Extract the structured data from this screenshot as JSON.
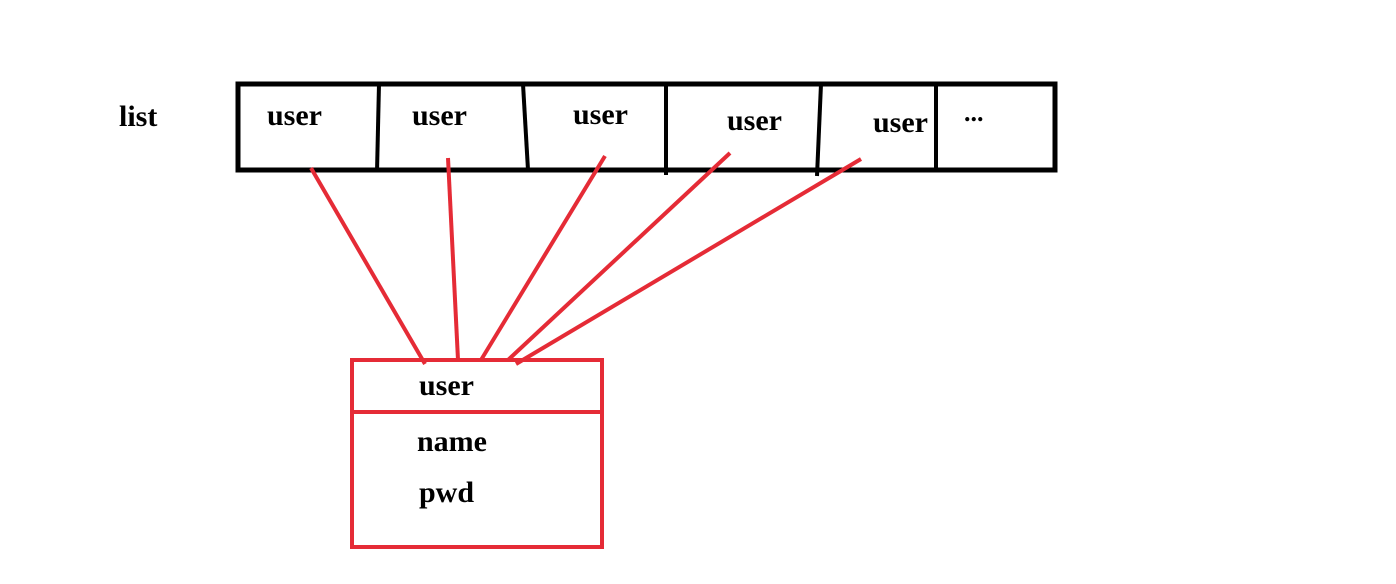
{
  "list_label": "list",
  "list_cells": [
    "user",
    "user",
    "user",
    "user",
    "user",
    "..."
  ],
  "user_box": {
    "title": "user",
    "fields": [
      "name",
      "pwd"
    ]
  },
  "colors": {
    "list_border": "#000000",
    "connector": "#e52b36",
    "user_box_border": "#e52b36",
    "text": "#000000"
  }
}
